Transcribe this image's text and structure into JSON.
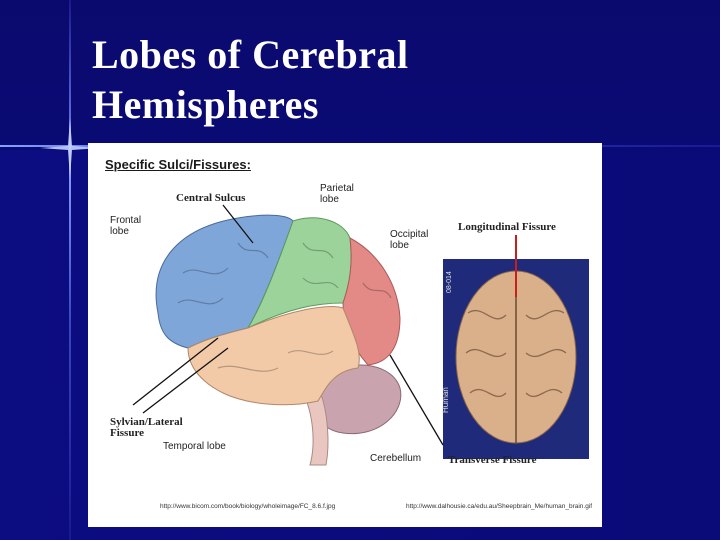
{
  "slide": {
    "title_line1": "Lobes of Cerebral",
    "title_line2": "Hemispheres"
  },
  "figure": {
    "heading": "Specific Sulci/Fissures:",
    "labels": {
      "central_sulcus": "Central Sulcus",
      "parietal_lobe": "Parietal lobe",
      "frontal_lobe": "Frontal lobe",
      "occipital_lobe": "Occipital lobe",
      "longitudinal_fissure": "Longitudinal Fissure",
      "sylvian_fissure": "Sylvian/Lateral Fissure",
      "temporal_lobe": "Temporal lobe",
      "cerebellum": "Cerebellum",
      "transverse_fissure": "Transverse Fissure",
      "human_tag": "Human",
      "image_id": "08-014"
    },
    "sources": {
      "left": "http://www.bicom.com/book/biology/wholeimage/FC_8.6.f.jpg",
      "right": "http://www.dalhousie.ca/edu.au/Sheepbrain_Me/human_brain.gif"
    }
  },
  "colors": {
    "background": "#0a0a7a",
    "frontal": "#7fa6d8",
    "parietal": "#9cd39a",
    "occipital": "#e38a87",
    "temporal": "#f2caa8",
    "cerebellum": "#c9a3ae"
  }
}
